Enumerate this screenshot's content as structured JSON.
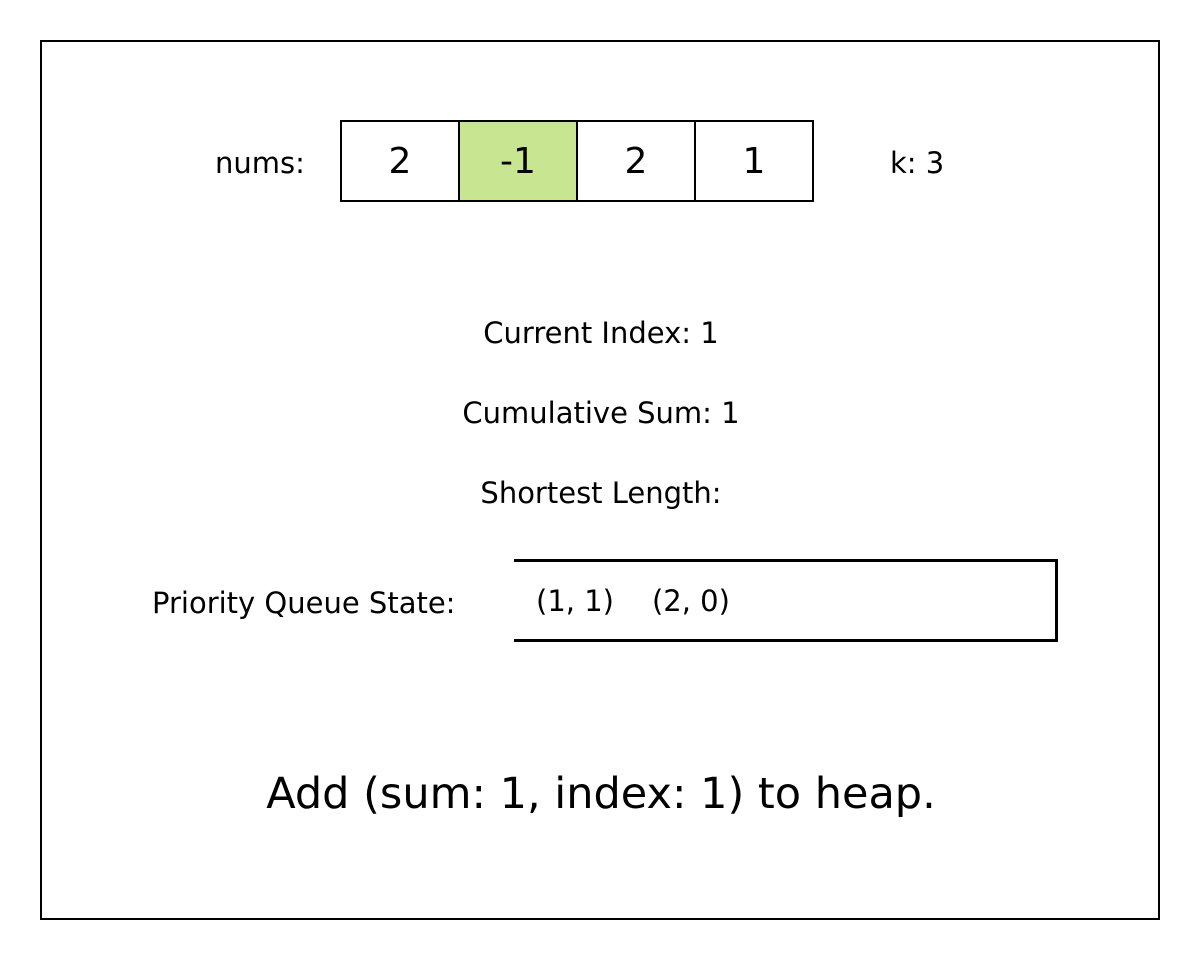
{
  "array_section": {
    "label": "nums:",
    "cells": [
      {
        "value": "2",
        "active": false
      },
      {
        "value": "-1",
        "active": true
      },
      {
        "value": "2",
        "active": false
      },
      {
        "value": "1",
        "active": false
      }
    ],
    "k_label": "k: 3",
    "highlight_color": "#c8e691"
  },
  "info": {
    "current_index": "Current Index: 1",
    "cumulative_sum": "Cumulative Sum: 1",
    "shortest_length": "Shortest Length:"
  },
  "priority_queue": {
    "label": "Priority Queue State:",
    "items": [
      "(1, 1)",
      "(2, 0)"
    ]
  },
  "message": "Add (sum: 1, index: 1) to heap."
}
